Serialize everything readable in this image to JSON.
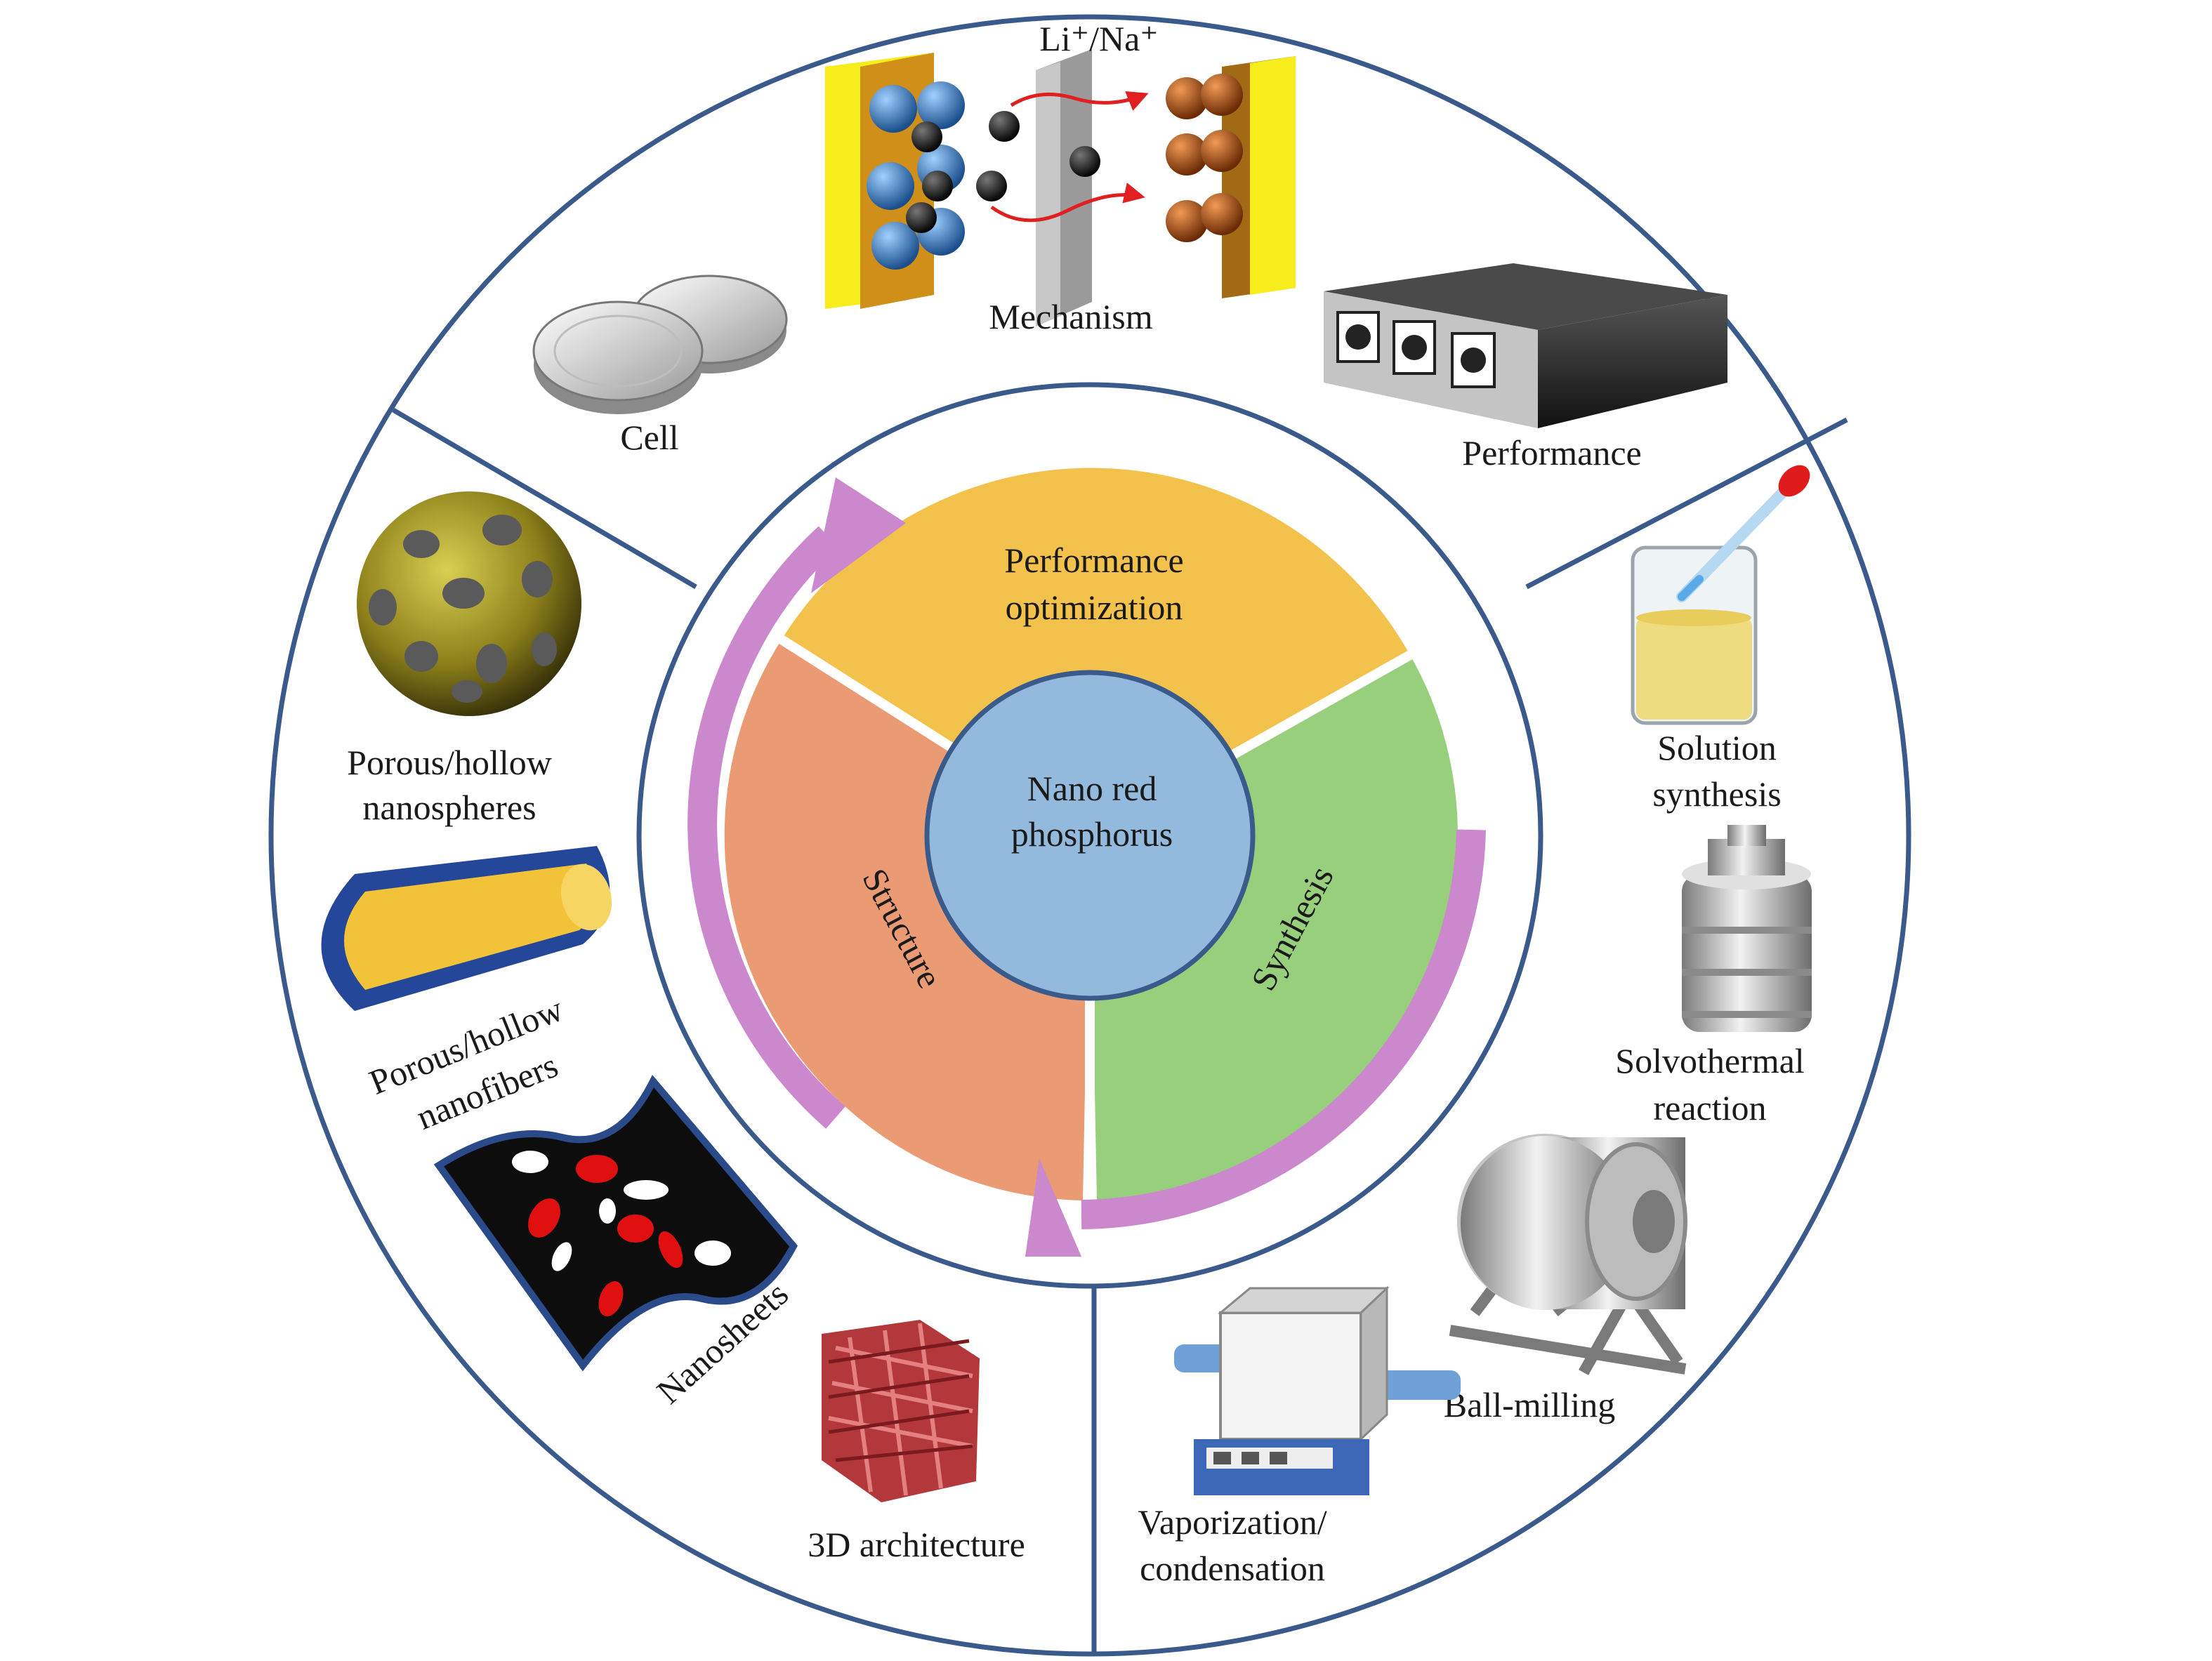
{
  "center": {
    "line1": "Nano red",
    "line2": "phosphorus"
  },
  "inner_ring": {
    "performance_line1": "Performance",
    "performance_line2": "optimization",
    "structure": "Structure",
    "synthesis": "Synthesis"
  },
  "performance_section": {
    "mechanism_ions": "Li⁺/Na⁺",
    "mechanism": "Mechanism",
    "cell": "Cell",
    "performance": "Performance"
  },
  "structure_section": {
    "porous_spheres_line1": "Porous/hollow",
    "porous_spheres_line2": "nanospheres",
    "porous_fibers_line1": "Porous/hollow",
    "porous_fibers_line2": "nanofibers",
    "nanosheets": "Nanosheets",
    "architecture": "3D architecture"
  },
  "synthesis_section": {
    "solution_line1": "Solution",
    "solution_line2": "synthesis",
    "solvothermal_line1": "Solvothermal",
    "solvothermal_line2": "reaction",
    "ball_milling": "Ball-milling",
    "vaporization_line1": "Vaporization/",
    "vaporization_line2": "condensation"
  },
  "colors": {
    "outline": "#3a5a8c",
    "center_fill": "#93b9dd",
    "performance_fill": "#f3c24c",
    "structure_fill": "#ea9b74",
    "synthesis_fill": "#97cf7d",
    "arrow_fill": "#cc88cc"
  }
}
